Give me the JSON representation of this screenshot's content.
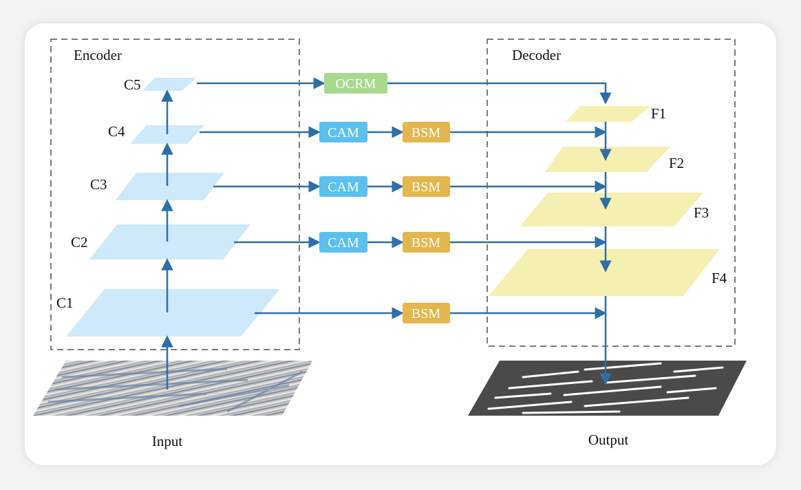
{
  "encoder": {
    "title": "Encoder",
    "levels": [
      "C1",
      "C2",
      "C3",
      "C4",
      "C5"
    ]
  },
  "decoder": {
    "title": "Decoder",
    "levels": [
      "F1",
      "F2",
      "F3",
      "F4"
    ]
  },
  "modules": {
    "ocrm": "OCRM",
    "cam": "CAM",
    "bsm": "BSM"
  },
  "io": {
    "input": "Input",
    "output": "Output"
  },
  "colors": {
    "encoder_plane": "#cde9fa",
    "decoder_plane": "#f6efb2",
    "arrow": "#2d6fa6",
    "ocrm": "#a9d98d",
    "cam": "#5cc0ee",
    "bsm": "#e3b64e",
    "dashed_border": "#7a7a7a",
    "output_bg": "#4a4a4a"
  }
}
